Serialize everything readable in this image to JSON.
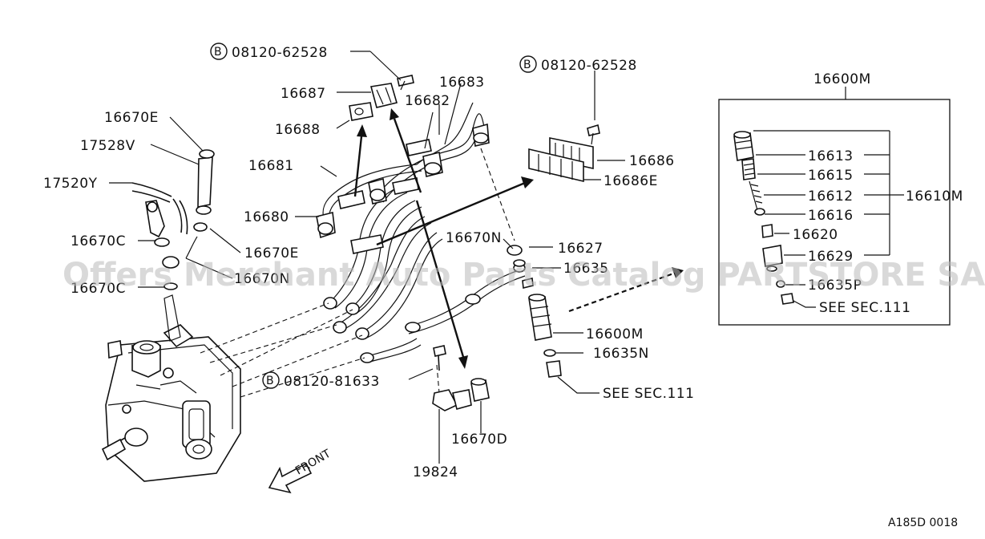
{
  "colors": {
    "ink": "#111111",
    "background": "#ffffff",
    "watermark": "#b9b9b9"
  },
  "callouts": {
    "bolt_b_top": "08120-62528",
    "bolt_b_right": "08120-62528",
    "bolt_b_lower": "08120-81633",
    "p16687": "16687",
    "p16688": "16688",
    "p16683": "16683",
    "p16682": "16682",
    "p16681": "16681",
    "p16680": "16680",
    "p16670E_top": "16670E",
    "p17528V": "17528V",
    "p17520Y": "17520Y",
    "p16670C_a": "16670C",
    "p16670E_low": "16670E",
    "p16670N_left": "16670N",
    "p16670C_b": "16670C",
    "p16686": "16686",
    "p16686E": "16686E",
    "p16670N": "16670N",
    "p16627": "16627",
    "p16635": "16635",
    "p16600M": "16600M",
    "p16635N": "16635N",
    "see_sec_111": "SEE SEC.111",
    "p16670D": "16670D",
    "p19824": "19824",
    "front": "FRONT"
  },
  "badge_letter": "B",
  "inset": {
    "title": "16600M",
    "assembly": "16610M",
    "parts": [
      "16613",
      "16615",
      "16612",
      "16616",
      "16620",
      "16629",
      "16635P"
    ],
    "see_sec": "SEE SEC.111"
  },
  "watermark": "Offers Merchant Auto Parts Catalog PARTSTORE SA",
  "figure_code": "A185D 0018"
}
